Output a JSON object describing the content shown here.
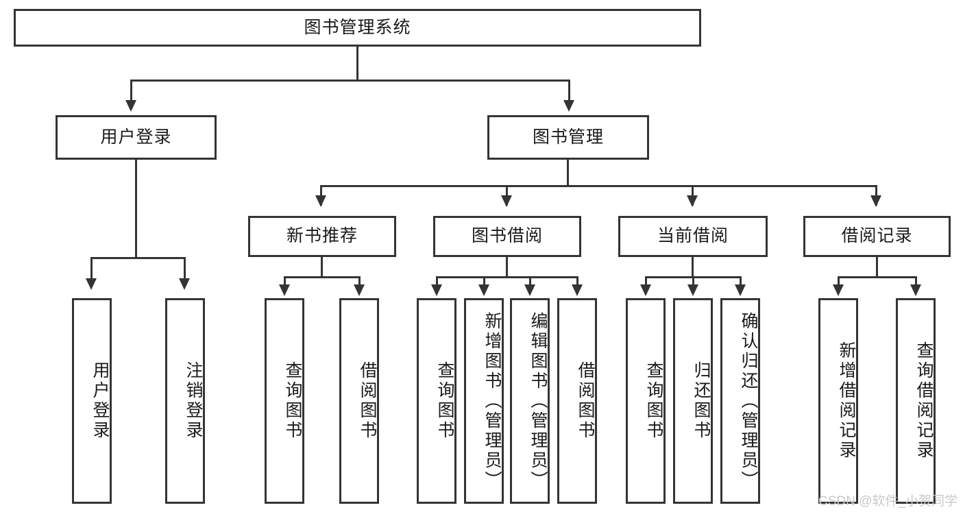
{
  "diagram": {
    "title": "图书管理系统",
    "type": "tree-hierarchy-chart",
    "root": {
      "label": "图书管理系统"
    },
    "level2": [
      {
        "label": "用户登录"
      },
      {
        "label": "图书管理"
      }
    ],
    "level3": [
      {
        "label": "新书推荐"
      },
      {
        "label": "图书借阅"
      },
      {
        "label": "当前借阅"
      },
      {
        "label": "借阅记录"
      }
    ],
    "leaves": {
      "user_login": [
        {
          "label": "用户登录"
        },
        {
          "label": "注销登录"
        }
      ],
      "new_book_recommend": [
        {
          "label": "查询图书"
        },
        {
          "label": "借阅图书"
        }
      ],
      "book_borrow": [
        {
          "label": "查询图书"
        },
        {
          "label": "新增图书（管理员）"
        },
        {
          "label": "编辑图书（管理员）"
        },
        {
          "label": "借阅图书"
        }
      ],
      "current_borrow": [
        {
          "label": "查询图书"
        },
        {
          "label": "归还图书"
        },
        {
          "label": "确认归还（管理员）"
        }
      ],
      "borrow_record": [
        {
          "label": "新增借阅记录"
        },
        {
          "label": "查询借阅记录"
        }
      ]
    }
  },
  "watermark": {
    "text": "CSDN @软件_小贺同学"
  },
  "colors": {
    "stroke": "#343434",
    "fill": "#ffffff",
    "text": "#1a1a1a",
    "watermark": "#c9c9c9"
  }
}
